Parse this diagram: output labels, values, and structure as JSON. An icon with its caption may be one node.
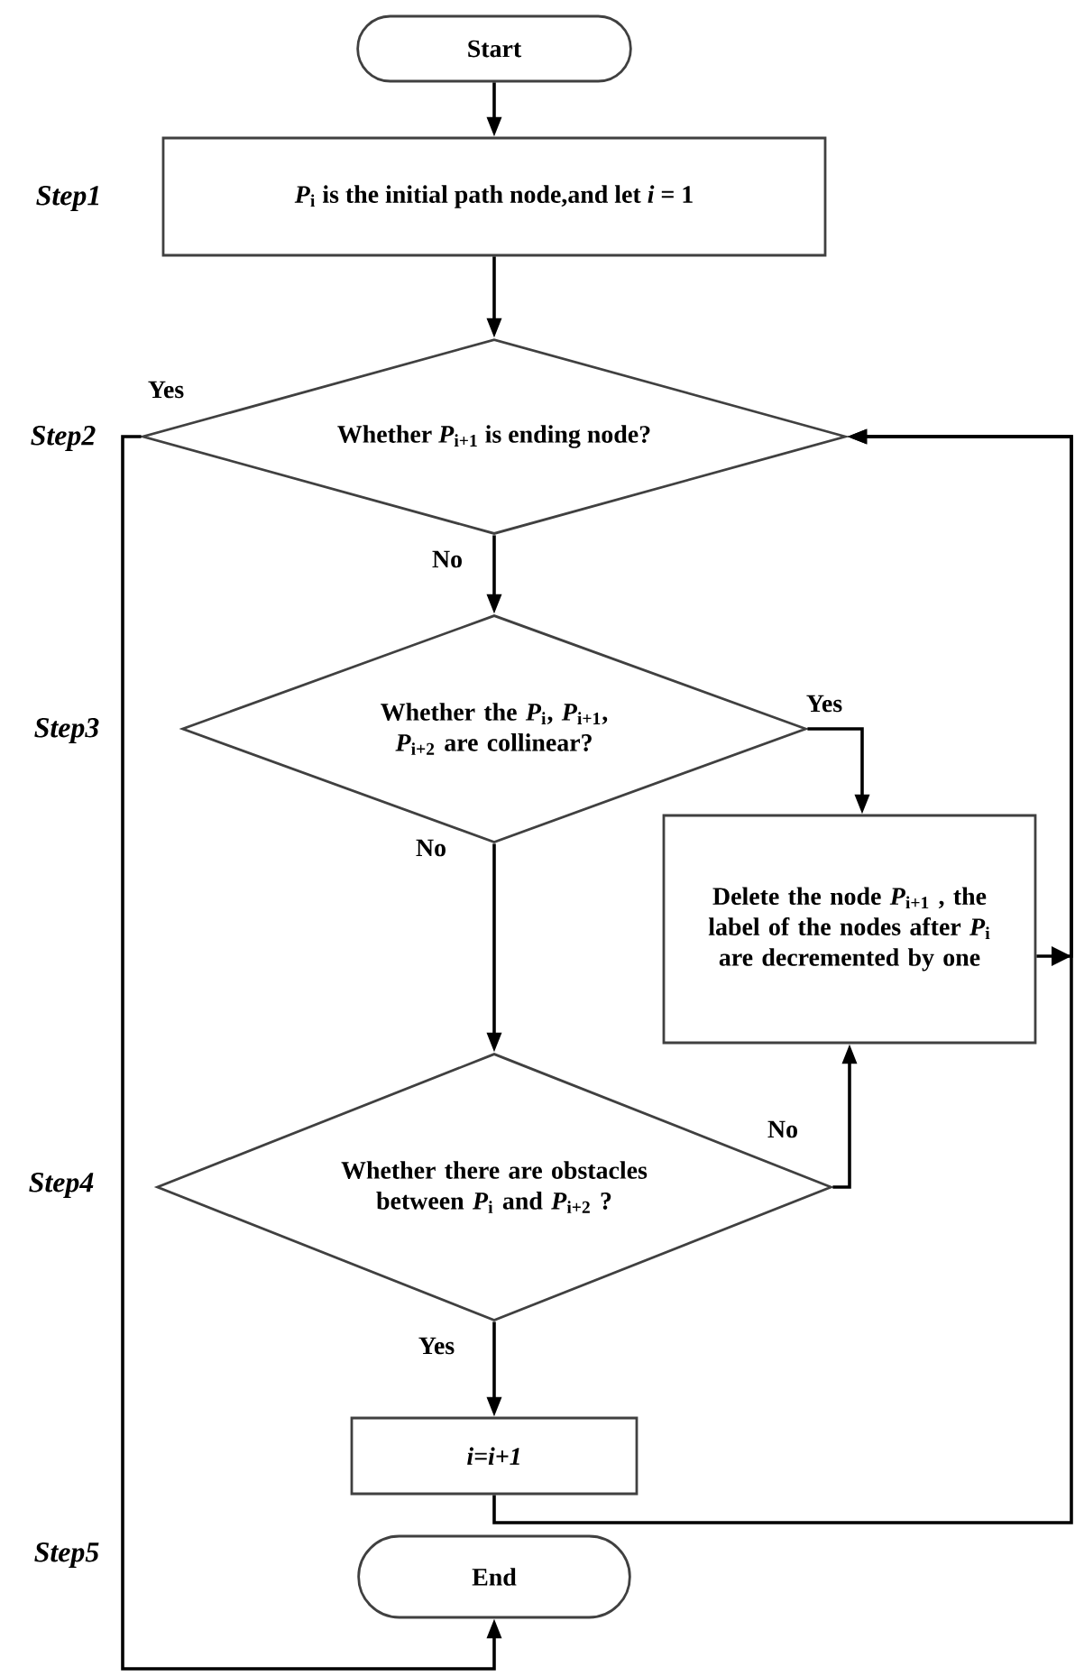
{
  "diagram": {
    "nodes": [
      {
        "text": [
          "Start"
        ]
      },
      {
        "text": [
          "*P*$_{i}$ is the initial path node,and let *i* = 1"
        ]
      },
      {
        "text": [
          "Whether *P*$_{i+1}$ is ending node?"
        ]
      },
      {
        "text": [
          "Whether the *P*$_{i}$, *P*$_{i+1}$, *P*$_{i+2}$ are collinear?"
        ]
      },
      {
        "text": [
          "Delete the node *P*$_{i+1}$ , the label of the nodes after *P*$_{i}$ are decremented by one"
        ]
      },
      {
        "text": [
          "Whether there are obstacles between *P*$_{i}$ and *P*$_{i+2}$ ?"
        ]
      },
      {
        "text": [
          "i=i+1"
        ]
      },
      {
        "text": [
          "End"
        ]
      }
    ],
    "edges": [
      {
        "from": 0,
        "to": 1,
        "arrow": "to"
      },
      {
        "from": 1,
        "to": 2,
        "arrow": "to"
      },
      {
        "from": 2,
        "to": 3,
        "arrow": "to",
        "label": "No"
      },
      {
        "from": 2,
        "to": 7,
        "arrow": "to",
        "label": "Yes"
      },
      {
        "from": 3,
        "to": 4,
        "arrow": "to",
        "label": "Yes"
      },
      {
        "from": 3,
        "to": 5,
        "arrow": "to",
        "label": "No"
      },
      {
        "from": 5,
        "to": 4,
        "arrow": "to",
        "label": "No"
      },
      {
        "from": 5,
        "to": 6,
        "arrow": "to",
        "label": "Yes"
      },
      {
        "from": 6,
        "to": 2,
        "arrow": "to"
      },
      {
        "from": 4,
        "to": 2,
        "arrow": "to"
      }
    ],
    "labels": [
      "Step1",
      "Step2",
      "Step3",
      "Step4",
      "Step5"
    ]
  }
}
